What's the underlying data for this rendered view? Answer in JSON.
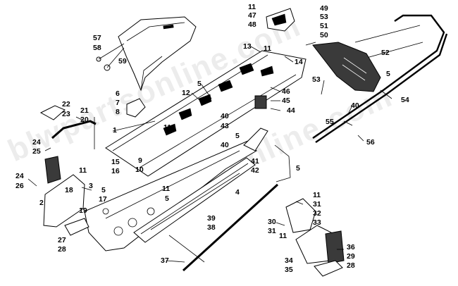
{
  "watermark": "blwpartsonline.com",
  "callouts": [
    {
      "id": "c57",
      "text": "57"
    },
    {
      "id": "c58",
      "text": "58"
    },
    {
      "id": "c59",
      "text": "59"
    },
    {
      "id": "c11a",
      "text": "11"
    },
    {
      "id": "c47",
      "text": "47"
    },
    {
      "id": "c48",
      "text": "48"
    },
    {
      "id": "c49",
      "text": "49"
    },
    {
      "id": "c53a",
      "text": "53"
    },
    {
      "id": "c51",
      "text": "51"
    },
    {
      "id": "c50",
      "text": "50"
    },
    {
      "id": "c13",
      "text": "13"
    },
    {
      "id": "c11b",
      "text": "11"
    },
    {
      "id": "c52",
      "text": "52"
    },
    {
      "id": "c14",
      "text": "14"
    },
    {
      "id": "c53b",
      "text": "53"
    },
    {
      "id": "c5a",
      "text": "5"
    },
    {
      "id": "c5b",
      "text": "5"
    },
    {
      "id": "c12",
      "text": "12"
    },
    {
      "id": "c46",
      "text": "46"
    },
    {
      "id": "c45",
      "text": "45"
    },
    {
      "id": "c44",
      "text": "44"
    },
    {
      "id": "c54",
      "text": "54"
    },
    {
      "id": "c6",
      "text": "6"
    },
    {
      "id": "c7",
      "text": "7"
    },
    {
      "id": "c8",
      "text": "8"
    },
    {
      "id": "c22",
      "text": "22"
    },
    {
      "id": "c23",
      "text": "23"
    },
    {
      "id": "c21",
      "text": "21"
    },
    {
      "id": "c20",
      "text": "20"
    },
    {
      "id": "c1",
      "text": "1"
    },
    {
      "id": "c40a",
      "text": "40"
    },
    {
      "id": "c40b",
      "text": "40"
    },
    {
      "id": "c55",
      "text": "55"
    },
    {
      "id": "c56",
      "text": "56"
    },
    {
      "id": "c43",
      "text": "43"
    },
    {
      "id": "c5c",
      "text": "5"
    },
    {
      "id": "c40c",
      "text": "40"
    },
    {
      "id": "c11c",
      "text": "11"
    },
    {
      "id": "c24a",
      "text": "24"
    },
    {
      "id": "c25",
      "text": "25"
    },
    {
      "id": "c9",
      "text": "9"
    },
    {
      "id": "c10",
      "text": "10"
    },
    {
      "id": "c41",
      "text": "41"
    },
    {
      "id": "c42",
      "text": "42"
    },
    {
      "id": "c5d",
      "text": "5"
    },
    {
      "id": "c15",
      "text": "15"
    },
    {
      "id": "c16",
      "text": "16"
    },
    {
      "id": "c11d",
      "text": "11"
    },
    {
      "id": "c24b",
      "text": "24"
    },
    {
      "id": "c26",
      "text": "26"
    },
    {
      "id": "c18",
      "text": "18"
    },
    {
      "id": "c3",
      "text": "3"
    },
    {
      "id": "c5e",
      "text": "5"
    },
    {
      "id": "c11e",
      "text": "11"
    },
    {
      "id": "c17",
      "text": "17"
    },
    {
      "id": "c5f",
      "text": "5"
    },
    {
      "id": "c4",
      "text": "4"
    },
    {
      "id": "c2",
      "text": "2"
    },
    {
      "id": "c19",
      "text": "19"
    },
    {
      "id": "c39",
      "text": "39"
    },
    {
      "id": "c38",
      "text": "38"
    },
    {
      "id": "c11f",
      "text": "11"
    },
    {
      "id": "c31a",
      "text": "31"
    },
    {
      "id": "c32",
      "text": "32"
    },
    {
      "id": "c30",
      "text": "30"
    },
    {
      "id": "c33",
      "text": "33"
    },
    {
      "id": "c31b",
      "text": "31"
    },
    {
      "id": "c11g",
      "text": "11"
    },
    {
      "id": "c27",
      "text": "27"
    },
    {
      "id": "c28a",
      "text": "28"
    },
    {
      "id": "c36",
      "text": "36"
    },
    {
      "id": "c34",
      "text": "34"
    },
    {
      "id": "c29",
      "text": "29"
    },
    {
      "id": "c35",
      "text": "35"
    },
    {
      "id": "c28b",
      "text": "28"
    },
    {
      "id": "c37",
      "text": "37"
    }
  ]
}
